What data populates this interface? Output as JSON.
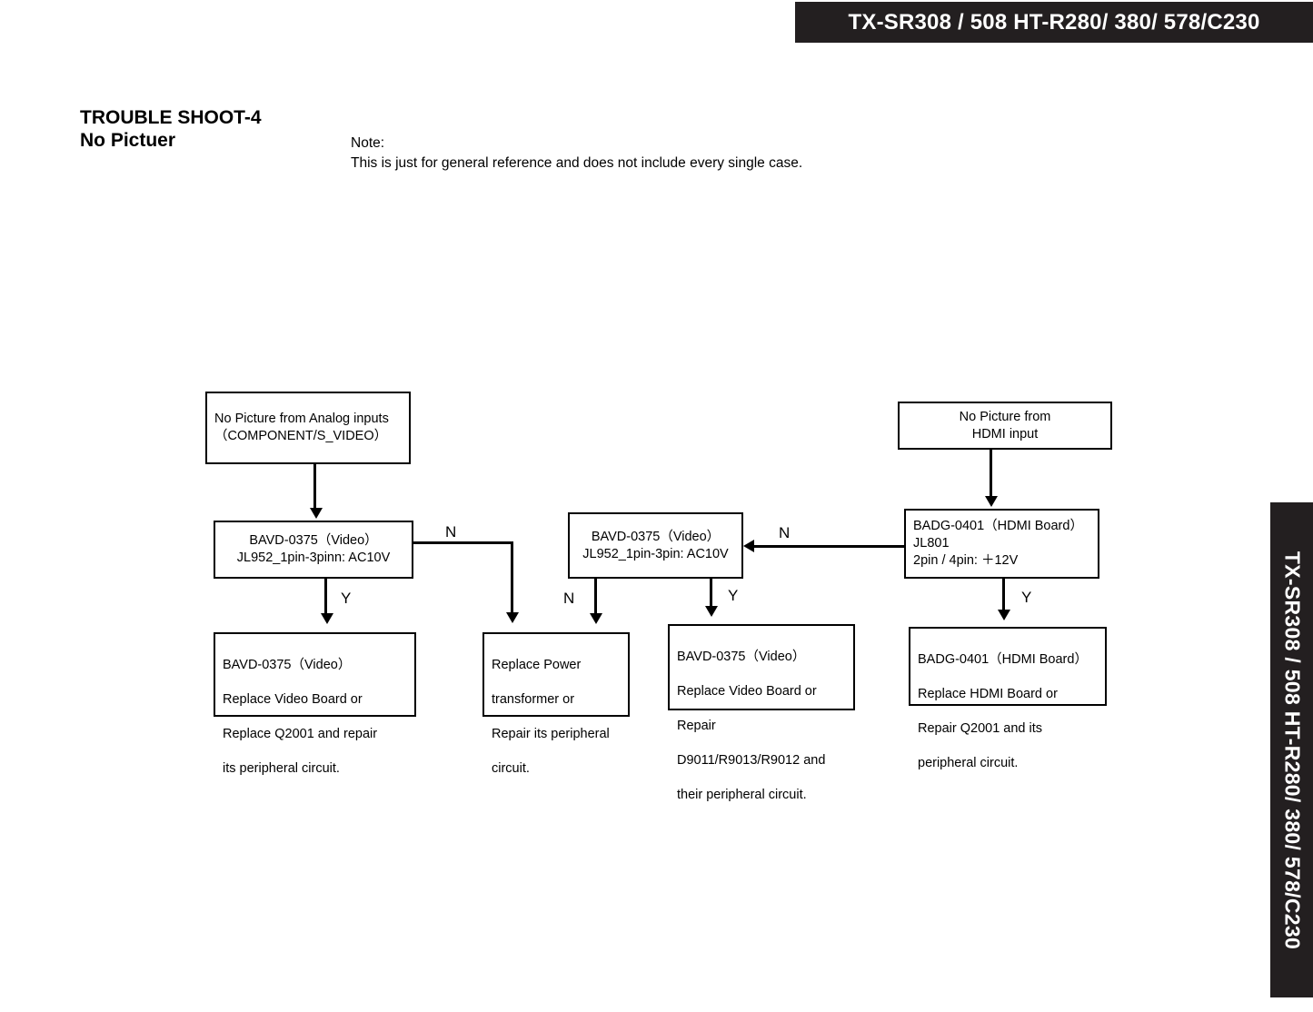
{
  "header": {
    "banner_text": "TX-SR308 / 508  HT-R280/ 380/ 578/C230"
  },
  "side_tab": {
    "text": "TX-SR308 / 508  HT-R280/ 380/ 578/C230"
  },
  "title": {
    "line1": "TROUBLE SHOOT-4",
    "line2": "No Pictuer"
  },
  "note": {
    "label": "Note:",
    "text": "This is just for general reference and does not include every single case."
  },
  "chart_data": {
    "type": "diagram",
    "title": "TROUBLE SHOOT-4 No Pictuer",
    "nodes": [
      {
        "id": "analog-start",
        "lines": [
          "No Picture from Analog inputs",
          "（COMPONENT/S_VIDEO）"
        ],
        "align": "left"
      },
      {
        "id": "analog-check",
        "lines": [
          "BAVD-0375（Video）",
          "JL952_1pin-3pinn: AC10V"
        ],
        "align": "center"
      },
      {
        "id": "analog-yes-action",
        "lines": [
          "BAVD-0375（Video）",
          "Replace Video Board or",
          "Replace Q2001 and repair",
          "its peripheral circuit."
        ],
        "align": "left"
      },
      {
        "id": "power-action",
        "lines": [
          "Replace Power",
          "transformer or",
          "Repair its peripheral",
          "circuit."
        ],
        "align": "left"
      },
      {
        "id": "mid-check",
        "lines": [
          "BAVD-0375（Video）",
          "JL952_1pin-3pin: AC10V"
        ],
        "align": "center"
      },
      {
        "id": "mid-yes-action",
        "lines": [
          "BAVD-0375（Video）",
          "Replace Video Board or",
          "Repair",
          "D9011/R9013/R9012 and",
          "their peripheral circuit."
        ],
        "align": "left"
      },
      {
        "id": "hdmi-start",
        "lines": [
          "No Picture from",
          "HDMI input"
        ],
        "align": "center"
      },
      {
        "id": "hdmi-check",
        "lines": [
          "BADG-0401（HDMI Board）",
          "JL801",
          "2pin / 4pin: ＋12V"
        ],
        "align": "left"
      },
      {
        "id": "hdmi-yes-action",
        "lines": [
          "BADG-0401（HDMI Board）",
          "Replace HDMI Board or",
          "Repair Q2001 and its",
          "peripheral circuit."
        ],
        "align": "left"
      }
    ],
    "edges": [
      {
        "id": "e1",
        "from": "analog-start",
        "to": "analog-check",
        "label": ""
      },
      {
        "id": "e2",
        "from": "analog-check",
        "to": "analog-yes-action",
        "label": "Y"
      },
      {
        "id": "e3",
        "from": "analog-check",
        "to": "power-action",
        "label": "N"
      },
      {
        "id": "e4",
        "from": "mid-check",
        "to": "power-action",
        "label": "N"
      },
      {
        "id": "e5",
        "from": "mid-check",
        "to": "mid-yes-action",
        "label": "Y"
      },
      {
        "id": "e6",
        "from": "hdmi-start",
        "to": "hdmi-check",
        "label": ""
      },
      {
        "id": "e7",
        "from": "hdmi-check",
        "to": "mid-check",
        "label": "N"
      },
      {
        "id": "e8",
        "from": "hdmi-check",
        "to": "hdmi-yes-action",
        "label": "Y"
      }
    ]
  }
}
